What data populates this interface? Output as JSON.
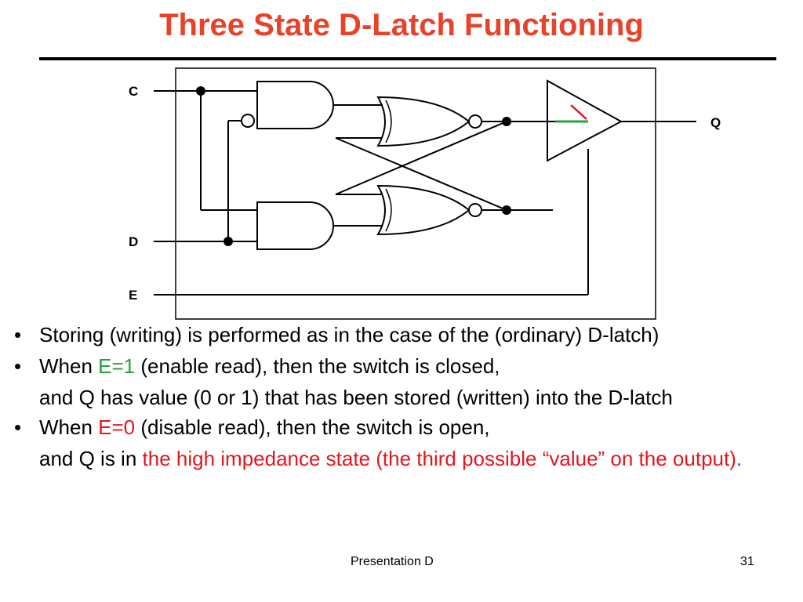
{
  "title": "Three State D-Latch Functioning",
  "diagram": {
    "label_c": "C",
    "label_d": "D",
    "label_e": "E",
    "label_q": "Q",
    "switch_colors": {
      "closed": "#22a33a",
      "open": "#e8141c"
    }
  },
  "bullets": [
    {
      "text": "Storing (writing) is performed as in the case of the (ordinary) D-latch)"
    },
    {
      "prefix": "When ",
      "highlight": "E=1",
      "suffix": " (enable read), then the switch is closed,"
    },
    {
      "continuation": "and Q has value (0 or 1) that has been stored (written) into the D-latch"
    },
    {
      "prefix": "When ",
      "highlight": "E=0",
      "suffix": " (disable read), then the switch is open,"
    },
    {
      "continuation_prefix": "and Q is in ",
      "continuation_highlight": "the high impedance state (the third possible “value” on the output)",
      "continuation_end": "."
    }
  ],
  "footer": {
    "left": "Presentation D",
    "page_number": "31"
  },
  "colors": {
    "title": "#e8432a",
    "green": "#22a33a",
    "red": "#e8141c",
    "blue": "#1f3fbf"
  }
}
